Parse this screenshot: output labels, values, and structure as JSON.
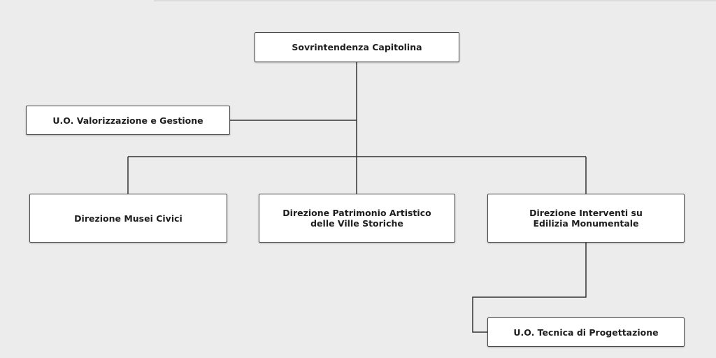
{
  "org_chart": {
    "root": {
      "label": "Sovrintendenza Capitolina"
    },
    "staff_unit": {
      "label": "U.O. Valorizzazione e Gestione"
    },
    "directorates": [
      {
        "label": "Direzione Musei Civici"
      },
      {
        "label": "Direzione Patrimonio Artistico delle Ville Storiche"
      },
      {
        "label": "Direzione Interventi su Edilizia Monumentale"
      }
    ],
    "sub_unit": {
      "label": "U.O. Tecnica di Progettazione"
    }
  },
  "colors": {
    "background": "#ececec",
    "box_fill": "#ffffff",
    "box_border": "#4a4a4a",
    "connector": "#333333",
    "text": "#1e1e1e"
  }
}
